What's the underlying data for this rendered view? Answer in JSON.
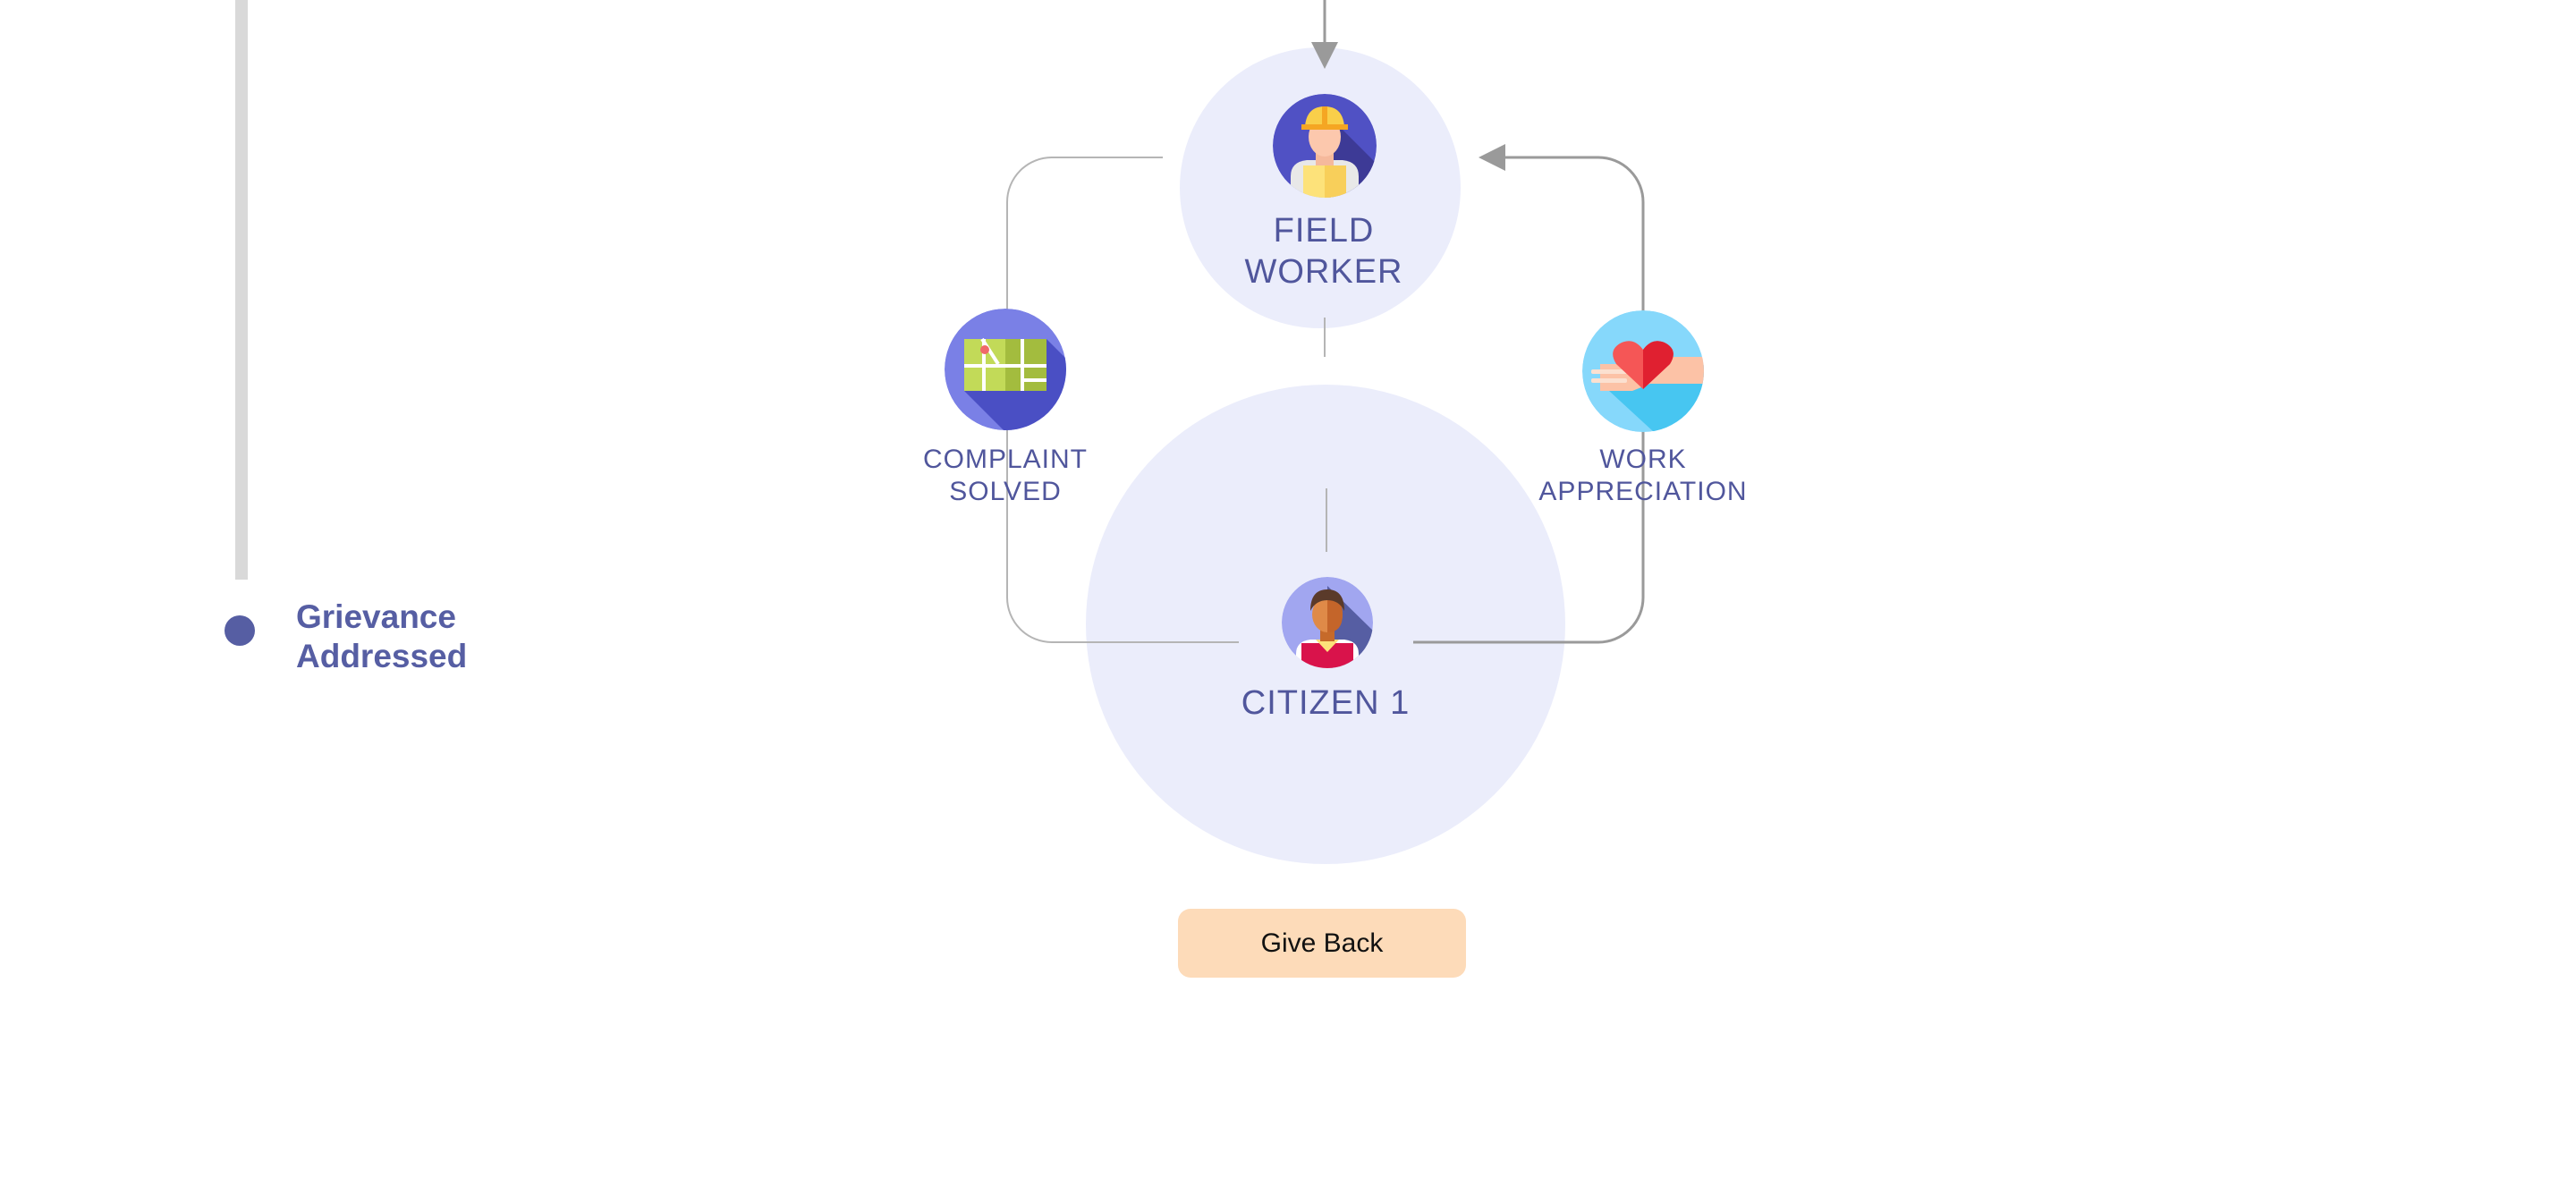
{
  "timeline": {
    "stage_label_line1": "Grievance",
    "stage_label_line2": "Addressed"
  },
  "diagram": {
    "field_worker": {
      "line1": "FIELD",
      "line2": "WORKER"
    },
    "citizen": {
      "label": "CITIZEN 1"
    },
    "complaint": {
      "line1": "COMPLAINT",
      "line2": "SOLVED"
    },
    "appreciation": {
      "line1": "WORK",
      "line2": "APPRECIATION"
    }
  },
  "actions": {
    "give_back_label": "Give Back"
  },
  "colors": {
    "accent": "#565ea3",
    "circle_bg": "#ebedfb",
    "button_bg": "#fddbb9",
    "connector": "#9a9a9a"
  }
}
